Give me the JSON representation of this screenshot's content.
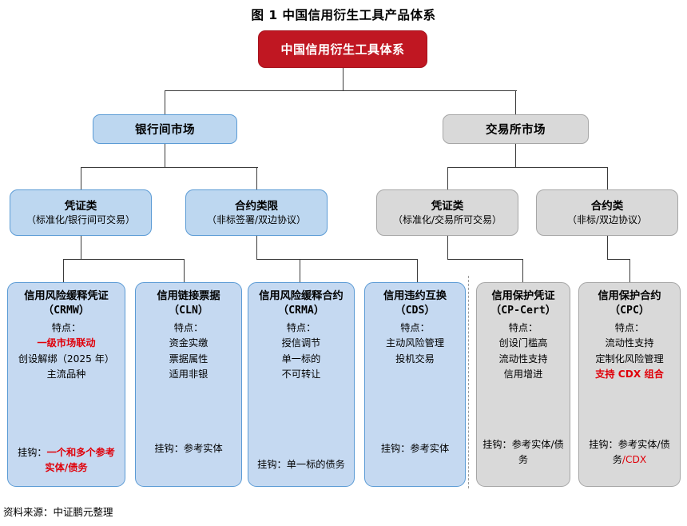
{
  "figure": {
    "title": "图 1   中国信用衍生工具产品体系",
    "source": "资料来源：中证鹏元整理"
  },
  "colors": {
    "root_fill": "#C01722",
    "bank_fill": "#BDD7F0",
    "bank_border": "#5B9BD5",
    "exchange_fill": "#D9D9D9",
    "exchange_border": "#A6A6A6",
    "leaf_blue_fill": "#C5D9F1",
    "highlight_red": "#E0000A",
    "connector": "#3B3B3B"
  },
  "root": {
    "label": "中国信用衍生工具体系"
  },
  "markets": [
    {
      "label": "银行间市场",
      "style": "blue"
    },
    {
      "label": "交易所市场",
      "style": "gray"
    }
  ],
  "categories": [
    {
      "title": "凭证类",
      "subtitle": "（标准化/银行间可交易）",
      "style": "blue"
    },
    {
      "title": "合约类限",
      "subtitle": "（非标签署/双边协议）",
      "style": "blue"
    },
    {
      "title": "凭证类",
      "subtitle": "（标准化/交易所可交易）",
      "style": "gray"
    },
    {
      "title": "合约类",
      "subtitle": "（非标/双边协议）",
      "style": "gray"
    }
  ],
  "products": [
    {
      "name": "信用风险缓释凭证",
      "abbr": "（CRMW）",
      "feature_label": "特点：",
      "features": [
        {
          "text": "一级市场联动",
          "red": true
        },
        {
          "text": "创设解绑（2025 年）",
          "red": false
        },
        {
          "text": "主流品种",
          "red": false
        }
      ],
      "link_label": "挂钩：",
      "link_value": "一个和多个参考实体/债务",
      "link_red": true,
      "style": "blue"
    },
    {
      "name": "信用链接票据",
      "abbr": "（CLN）",
      "feature_label": "特点：",
      "features": [
        {
          "text": "资金实缴",
          "red": false
        },
        {
          "text": "票据属性",
          "red": false
        },
        {
          "text": "适用非银",
          "red": false
        }
      ],
      "link_label": "挂钩：",
      "link_value": "参考实体",
      "link_red": false,
      "style": "blue"
    },
    {
      "name": "信用风险缓释合约",
      "abbr": "（CRMA）",
      "feature_label": "特点：",
      "features": [
        {
          "text": "授信调节",
          "red": false
        },
        {
          "text": "单一标的",
          "red": false
        },
        {
          "text": "不可转让",
          "red": false
        }
      ],
      "link_label": "挂钩：",
      "link_value": "单一标的债务",
      "link_red": false,
      "style": "blue"
    },
    {
      "name": "信用违约互换",
      "abbr": "（CDS）",
      "feature_label": "特点：",
      "features": [
        {
          "text": "主动风险管理",
          "red": false
        },
        {
          "text": "投机交易",
          "red": false
        }
      ],
      "link_label": "挂钩：",
      "link_value": "参考实体",
      "link_red": false,
      "style": "blue"
    },
    {
      "name": "信用保护凭证",
      "abbr": "（CP-Cert）",
      "feature_label": "特点：",
      "features": [
        {
          "text": "创设门槛高",
          "red": false
        },
        {
          "text": "流动性支持",
          "red": false
        },
        {
          "text": "信用增进",
          "red": false
        }
      ],
      "link_label": "挂钩：",
      "link_value": "参考实体/债务",
      "link_red": false,
      "style": "gray"
    },
    {
      "name": "信用保护合约",
      "abbr": "（CPC）",
      "feature_label": "特点：",
      "features": [
        {
          "text": "流动性支持",
          "red": false
        },
        {
          "text": "定制化风险管理",
          "red": false
        },
        {
          "text": "支持 CDX 组合",
          "red": true
        }
      ],
      "link_label": "挂钩：",
      "link_value": "参考实体/债务",
      "link_suffix": "/CDX",
      "link_suffix_red": true,
      "link_red": false,
      "style": "gray"
    }
  ]
}
